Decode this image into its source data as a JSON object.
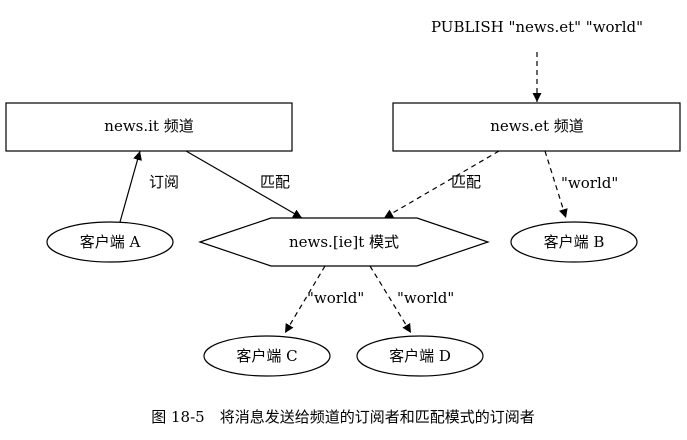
{
  "publish_command": "PUBLISH \"news.et\" \"world\"",
  "channels": {
    "news_it": "news.it 频道",
    "news_et": "news.et 频道"
  },
  "pattern": "news.[ie]t 模式",
  "clients": {
    "a": "客户端 A",
    "b": "客户端 B",
    "c": "客户端 C",
    "d": "客户端 D"
  },
  "edge_labels": {
    "a_to_it": "订阅",
    "it_to_pattern": "匹配",
    "et_to_pattern": "匹配",
    "et_to_b": "\"world\"",
    "pattern_to_c": "\"world\"",
    "pattern_to_d": "\"world\""
  },
  "caption": "图 18-5　将消息发送给频道的订阅者和匹配模式的订阅者"
}
